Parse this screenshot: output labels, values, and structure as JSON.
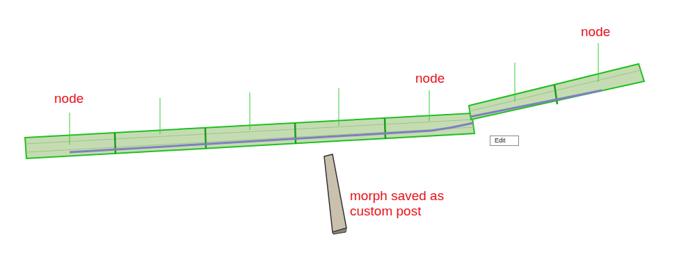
{
  "diagram": {
    "nodes": [
      {
        "text": [
          "Edit"
        ]
      }
    ],
    "labels": [
      "node",
      "node",
      "node",
      "morph saved as custom post"
    ]
  }
}
